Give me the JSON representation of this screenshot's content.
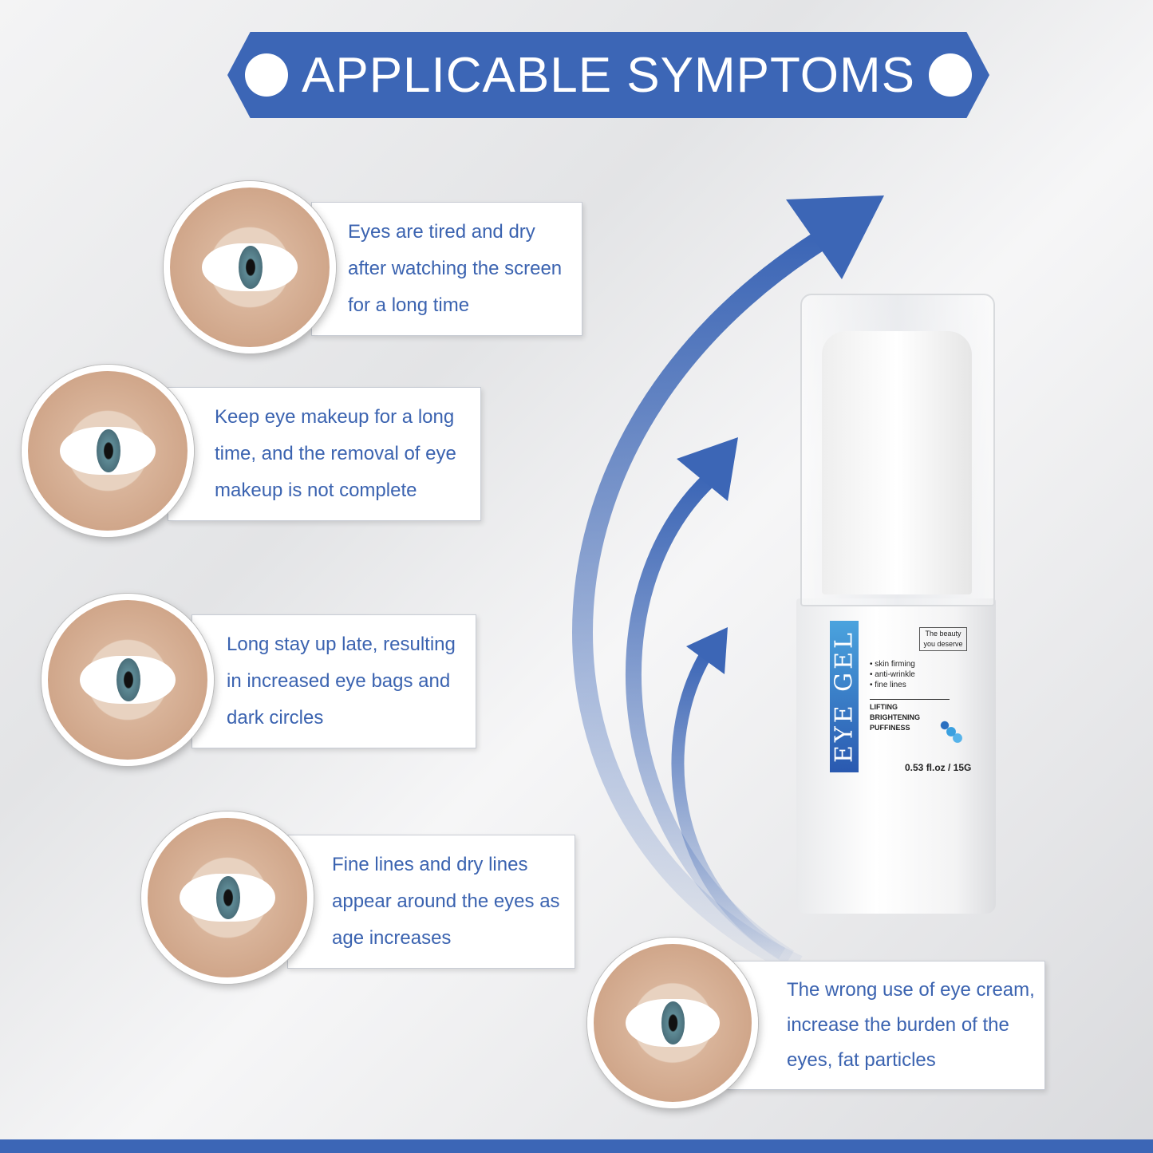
{
  "banner": {
    "title": "APPLICABLE SYMPTOMS"
  },
  "symptoms": [
    {
      "lines": [
        "Eyes are tired and dry",
        "after watching the screen",
        "for a long time"
      ]
    },
    {
      "lines": [
        "Keep eye makeup for a long",
        "time, and the removal of eye",
        "makeup is not complete"
      ]
    },
    {
      "lines": [
        "Long stay up late, resulting",
        "in increased eye bags and",
        "dark circles"
      ]
    },
    {
      "lines": [
        "Fine lines and dry lines",
        "appear around the eyes as",
        "age increases"
      ]
    },
    {
      "lines": [
        "The wrong use of eye cream,",
        "increase the burden of the",
        "eyes, fat particles"
      ]
    }
  ],
  "product": {
    "name": "EYE GEL",
    "tagline": "The beauty you deserve",
    "benefits": [
      "• skin firming",
      "• anti-wrinkle",
      "• fine lines"
    ],
    "claims": "LIFTING BRIGHTENING PUFFINESS",
    "size": "0.53 fl.oz / 15G"
  },
  "colors": {
    "accent": "#3c66b6",
    "text": "#3b63b0"
  }
}
